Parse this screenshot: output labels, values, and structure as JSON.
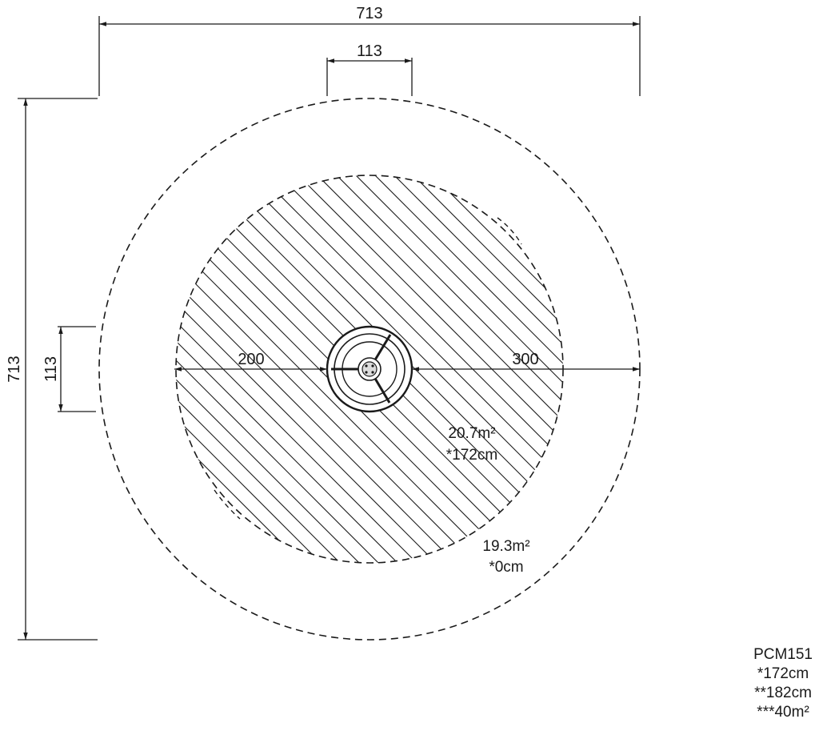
{
  "dimensions": {
    "overall_width": "713",
    "overall_height": "713",
    "top_offset": "113",
    "left_offset": "113",
    "radius_left": "200",
    "radius_right": "300"
  },
  "zones": {
    "inner_area": "20.7m²",
    "inner_height": "*172cm",
    "outer_area": "19.3m²",
    "outer_height": "*0cm"
  },
  "title_block": {
    "model": "PCM151",
    "line1": "*172cm",
    "line2": "**182cm",
    "line3": "***40m²"
  }
}
